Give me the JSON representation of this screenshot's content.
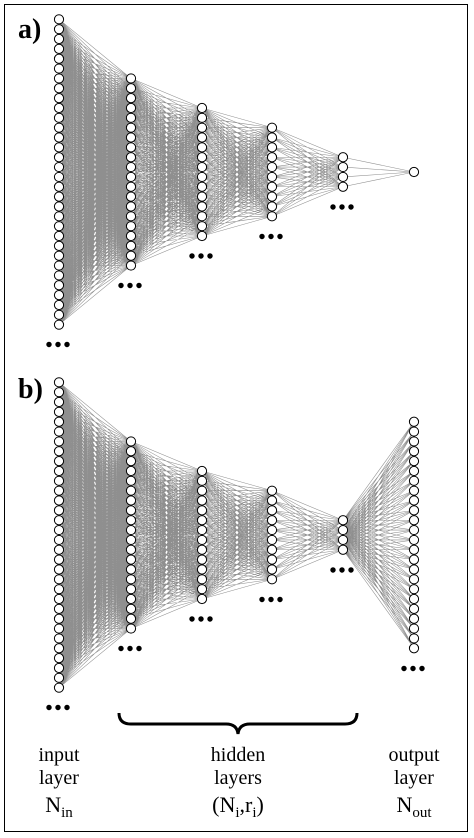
{
  "panels": [
    {
      "label": "a)",
      "layers": [
        32,
        20,
        14,
        10,
        4,
        1
      ],
      "continued": [
        true,
        true,
        true,
        true,
        true,
        false
      ]
    },
    {
      "label": "b)",
      "layers": [
        32,
        20,
        14,
        10,
        4,
        24
      ],
      "continued": [
        true,
        true,
        true,
        true,
        true,
        true
      ]
    }
  ],
  "ellipsis": "•••",
  "captions": {
    "input": {
      "line1": "input",
      "line2": "layer",
      "symbol_base": "N",
      "symbol_sub": "in"
    },
    "hidden": {
      "line1": "hidden",
      "line2": "layers",
      "symbol_open": "(N",
      "symbol_sub1": "i",
      "symbol_mid": ",r",
      "symbol_sub2": "i",
      "symbol_close": ")"
    },
    "output": {
      "line1": "output",
      "line2": "layer",
      "symbol_base": "N",
      "symbol_sub": "out"
    }
  },
  "colors": {
    "node_fill": "#ffffff",
    "node_stroke": "#000000",
    "edge": "#6a6a6a",
    "text": "#000000"
  }
}
